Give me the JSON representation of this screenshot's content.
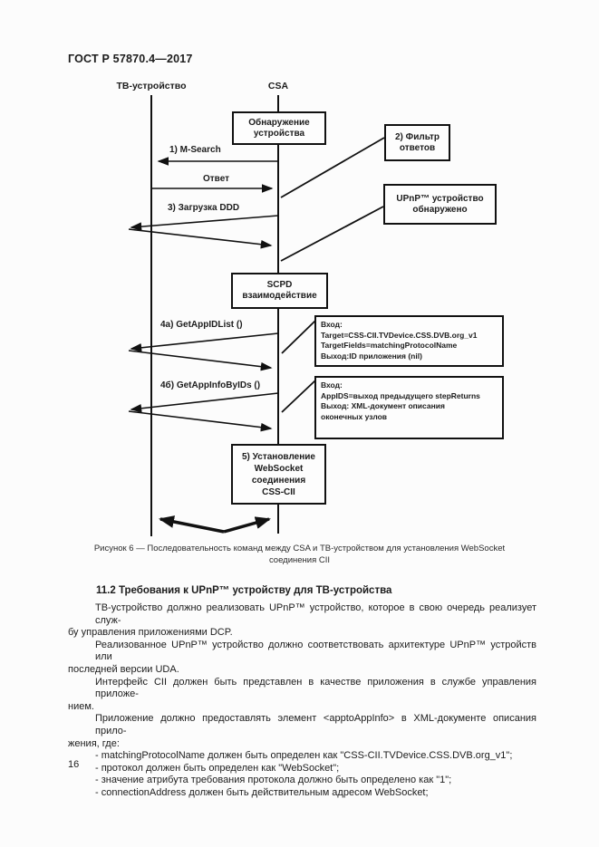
{
  "page": {
    "header": "ГОСТ Р 57870.4—2017",
    "number": "16"
  },
  "diagram": {
    "lifelines": {
      "tv": "ТВ-устройство",
      "csa": "CSA"
    },
    "boxes": {
      "discovery": {
        "lines": [
          "Обнаружение",
          "устройства"
        ]
      },
      "filter": {
        "lines": [
          "2) Фильтр",
          "ответов"
        ]
      },
      "upnp_found": {
        "lines": [
          "UPnP™ устройство",
          "обнаружено"
        ]
      },
      "scpd": {
        "lines": [
          "SCPD",
          "взаимодействие"
        ]
      },
      "websocket": {
        "lines": [
          "5) Установление",
          "WebSocket",
          "соединения",
          "CSS-CII"
        ]
      }
    },
    "messages": {
      "msearch": "1) M-Search",
      "answer": "Ответ",
      "ddd": "3) Загрузка DDD",
      "getappidlist": "4а) GetAppIDList ()",
      "getappinfo": "4б) GetAppInfoByIDs ()"
    },
    "notes": {
      "note1": {
        "lines": [
          "Вход:",
          "Target=CSS-CII.TVDevice.CSS.DVB.org_v1",
          "TargetFields=matchingProtocolName",
          "Выход:ID приложения (nil)"
        ]
      },
      "note2": {
        "lines": [
          "Вход:",
          "AppIDS=выход предыдущего stepReturns",
          "Выход: XML-документ описания",
          "оконечных узлов"
        ]
      }
    },
    "caption": {
      "line1": "Рисунок 6 — Последовательность команд между CSA и ТВ-устройством для установления WebSocket",
      "line2": "соединения CII"
    }
  },
  "content": {
    "heading": "11.2  Требования к UPnP™ устройству для ТВ-устройства",
    "lines": [
      "ТВ-устройство должно реализовать UPnP™ устройство, которое в свою очередь реализует служ-",
      "бу управления приложениями DCP.",
      "Реализованное UPnP™ устройство должно соответствовать архитектуре UPnP™ устройств или",
      "последней версии UDA.",
      "Интерфейс CII должен быть представлен в качестве приложения в службе управления приложе-",
      "нием.",
      "Приложение должно предоставлять элемент <apptoAppInfo> в XML-документе описания прило-",
      "жения, где:",
      "- matchingProtocolName должен быть определен как \"CSS-CII.TVDevice.CSS.DVB.org_v1\";",
      "- протокол должен быть определен как \"WebSocket\";",
      "- значение атрибута требования протокола должно быть определено как \"1\";",
      "- connectionAddress должен быть действительным адресом WebSocket;"
    ]
  }
}
